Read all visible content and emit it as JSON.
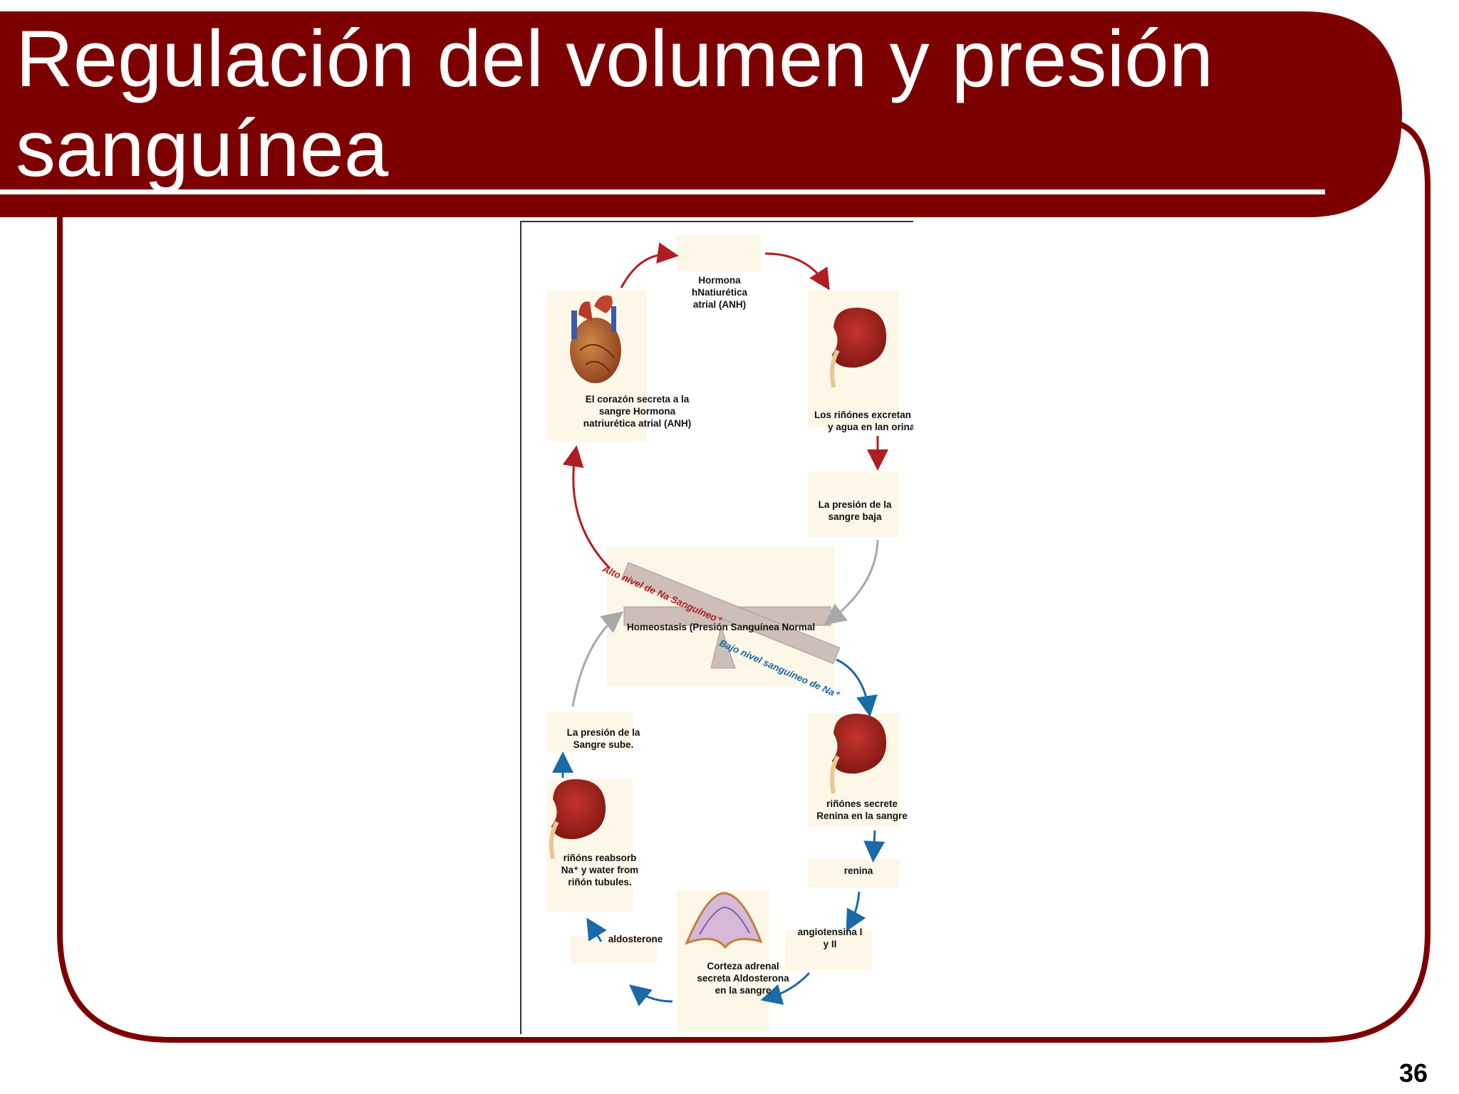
{
  "slide": {
    "title": "Regulación del volumen y presión sanguínea",
    "slide_number": "36",
    "colors": {
      "maroon": "#7d0000",
      "box": "#fdf7e8",
      "beam": "#cdbfb7",
      "red_arrow": "#b01e24",
      "blue_arrow": "#1a6aa8",
      "gray_arrow": "#a8a8a8"
    }
  },
  "diagram": {
    "hormone_anh": "Hormona hNatiurética atrial (ANH)",
    "heart_secretes": "El corazón secreta a la sangre Hormona natriurética atrial (ANH)",
    "kidneys_excrete": "Los riñónes excretan Na⁺ y agua en lan orina.",
    "pressure_falls": "La presión de la sangre baja",
    "high_na": "Alto nivel de Na Sanguíneo⁺",
    "homeostasis": "Homeostasis (Presión Sanguínea Normal",
    "low_na": "Bajo nivel sanguíneo de Na⁺",
    "pressure_rises": "La presión de la Sangre sube.",
    "kidneys_reabsorb": "riñóns reabsorb Na⁺ y water from riñón tubules.",
    "kidneys_secrete_renin": "riñónes secrete Renina en la sangre",
    "renin": "renina",
    "angiotensin": "angiotensina I y II",
    "aldosterone": "aldosterone",
    "adrenal_cortex": "Corteza adrenal secreta Aldosterona en la sangre"
  }
}
